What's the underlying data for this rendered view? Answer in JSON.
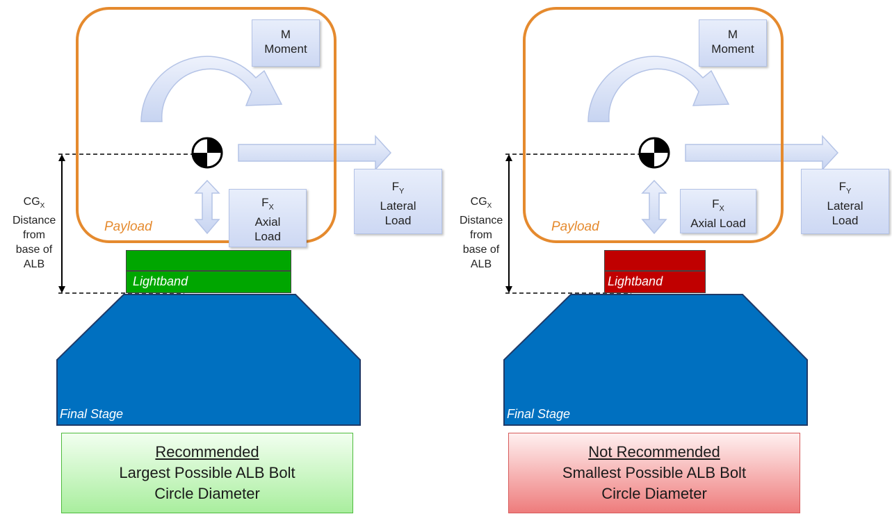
{
  "panels": [
    {
      "moment_label": [
        "M",
        "Moment"
      ],
      "fx_label": {
        "sym": "F",
        "sub": "X",
        "lines": [
          "Axial",
          "Load"
        ]
      },
      "fy_label": {
        "sym": "F",
        "sub": "Y",
        "lines": [
          "Lateral",
          "Load"
        ]
      },
      "cg_label": {
        "sym": "CG",
        "sub": "X",
        "lines": [
          "Distance",
          "from",
          "base of",
          "ALB"
        ]
      },
      "payload_label": "Payload",
      "lightband_label": "Lightband",
      "final_stage_label": "Final Stage",
      "verdict": {
        "heading": "Recommended",
        "lines": [
          "Largest Possible ALB Bolt",
          "Circle Diameter"
        ]
      },
      "lightband_color": "#00a600",
      "verdict_colors": [
        "#f2fff0",
        "#a9ee9e"
      ],
      "verdict_border": "#4dbb3c"
    },
    {
      "moment_label": [
        "M",
        "Moment"
      ],
      "fx_label": {
        "sym": "F",
        "sub": "X",
        "lines": [
          "Axial Load"
        ]
      },
      "fy_label": {
        "sym": "F",
        "sub": "Y",
        "lines": [
          "Lateral",
          "Load"
        ]
      },
      "cg_label": {
        "sym": "CG",
        "sub": "X",
        "lines": [
          "Distance",
          "from",
          "base of",
          "ALB"
        ]
      },
      "payload_label": "Payload",
      "lightband_label": "Lightband",
      "final_stage_label": "Final Stage",
      "verdict": {
        "heading": "Not Recommended",
        "lines": [
          "Smallest Possible ALB Bolt",
          "Circle Diameter"
        ]
      },
      "lightband_color": "#c00000",
      "verdict_colors": [
        "#fff0f0",
        "#ee7c7c"
      ],
      "verdict_border": "#d65a5a"
    }
  ],
  "colors": {
    "payload_border": "#e58a2e",
    "final_stage": "#0070c0",
    "arrow_fill": "#d6e0f7"
  }
}
